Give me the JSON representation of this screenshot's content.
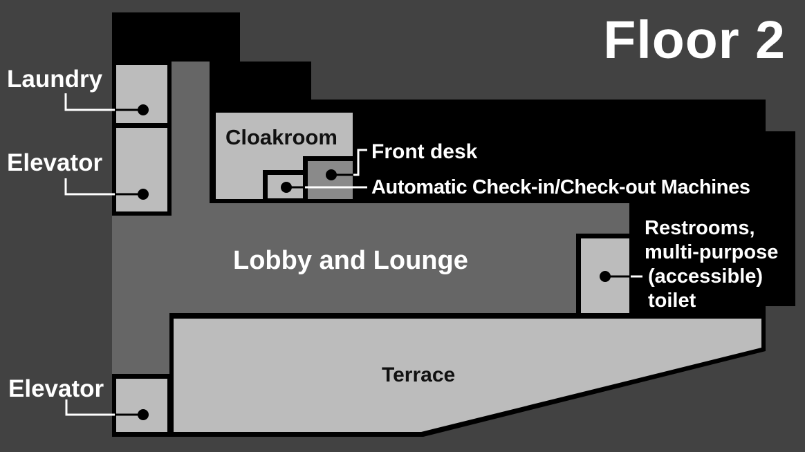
{
  "title": "Floor 2",
  "colors": {
    "background": "#424242",
    "wall_black": "#000000",
    "lobby_gray": "#666666",
    "room_light_gray": "#bcbcbc",
    "front_desk_gray": "#8a8a8a",
    "label_white": "#ffffff",
    "label_black": "#111111"
  },
  "labels": {
    "laundry": "Laundry",
    "elevator_top": "Elevator",
    "elevator_bottom": "Elevator",
    "cloakroom": "Cloakroom",
    "front_desk": "Front desk",
    "checkin_machines": "Automatic Check-in/Check-out Machines",
    "lobby": "Lobby and Lounge",
    "terrace": "Terrace",
    "restrooms_lines": [
      "Restrooms,",
      "multi-purpose",
      "(accessible)",
      "toilet"
    ]
  }
}
